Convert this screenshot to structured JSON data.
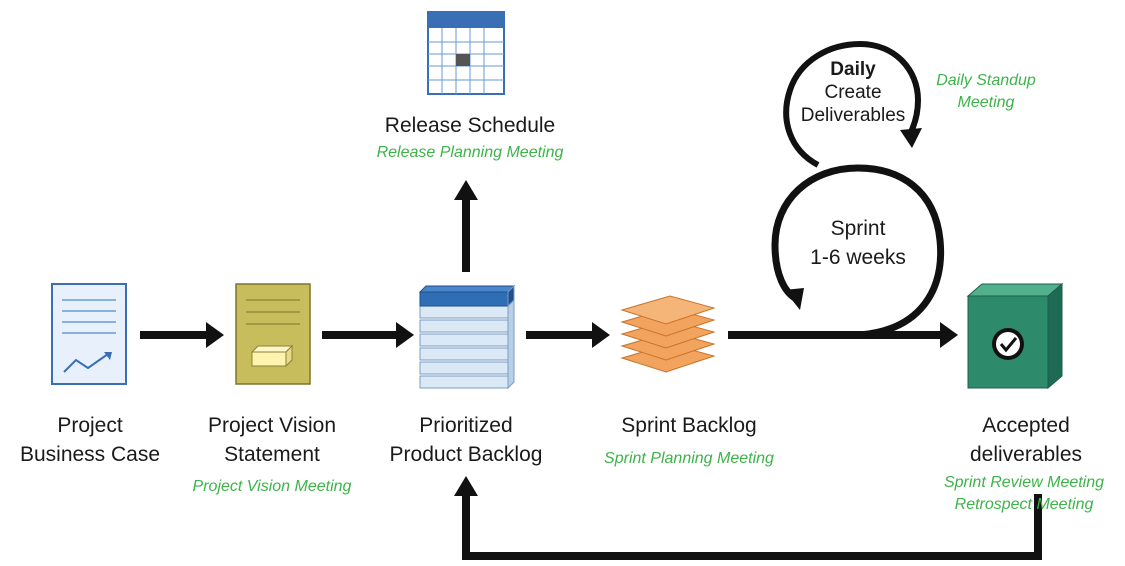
{
  "nodes": {
    "business_case": {
      "title_line1": "Project",
      "title_line2": "Business Case"
    },
    "vision": {
      "title_line1": "Project Vision",
      "title_line2": "Statement",
      "meeting": "Project Vision Meeting"
    },
    "product_backlog": {
      "title_line1": "Prioritized",
      "title_line2": "Product Backlog"
    },
    "release": {
      "title": "Release Schedule",
      "meeting": "Release Planning Meeting"
    },
    "sprint_backlog": {
      "title": "Sprint Backlog",
      "meeting": "Sprint Planning Meeting"
    },
    "accepted": {
      "title_line1": "Accepted",
      "title_line2": "deliverables",
      "meeting_line1": "Sprint Review Meeting",
      "meeting_line2": "Retrospect Meeting"
    }
  },
  "daily_loop": {
    "line1": "Daily",
    "line2": "Create",
    "line3": "Deliverables",
    "meeting_line1": "Daily Standup",
    "meeting_line2": "Meeting"
  },
  "sprint_loop": {
    "line1": "Sprint",
    "line2": "1-6 weeks"
  },
  "colors": {
    "arrow": "#111111",
    "meeting_text": "#3db34a",
    "doc_border": "#3b6fb5",
    "doc_fill": "#e8f1fb",
    "vision_fill": "#c8bd5c",
    "backlog_top": "#2f6db5",
    "backlog_layer": "#dbe9f7",
    "sprint_layer": "#f2a35e",
    "box_front": "#2d8a6b",
    "box_top": "#52b08f"
  }
}
